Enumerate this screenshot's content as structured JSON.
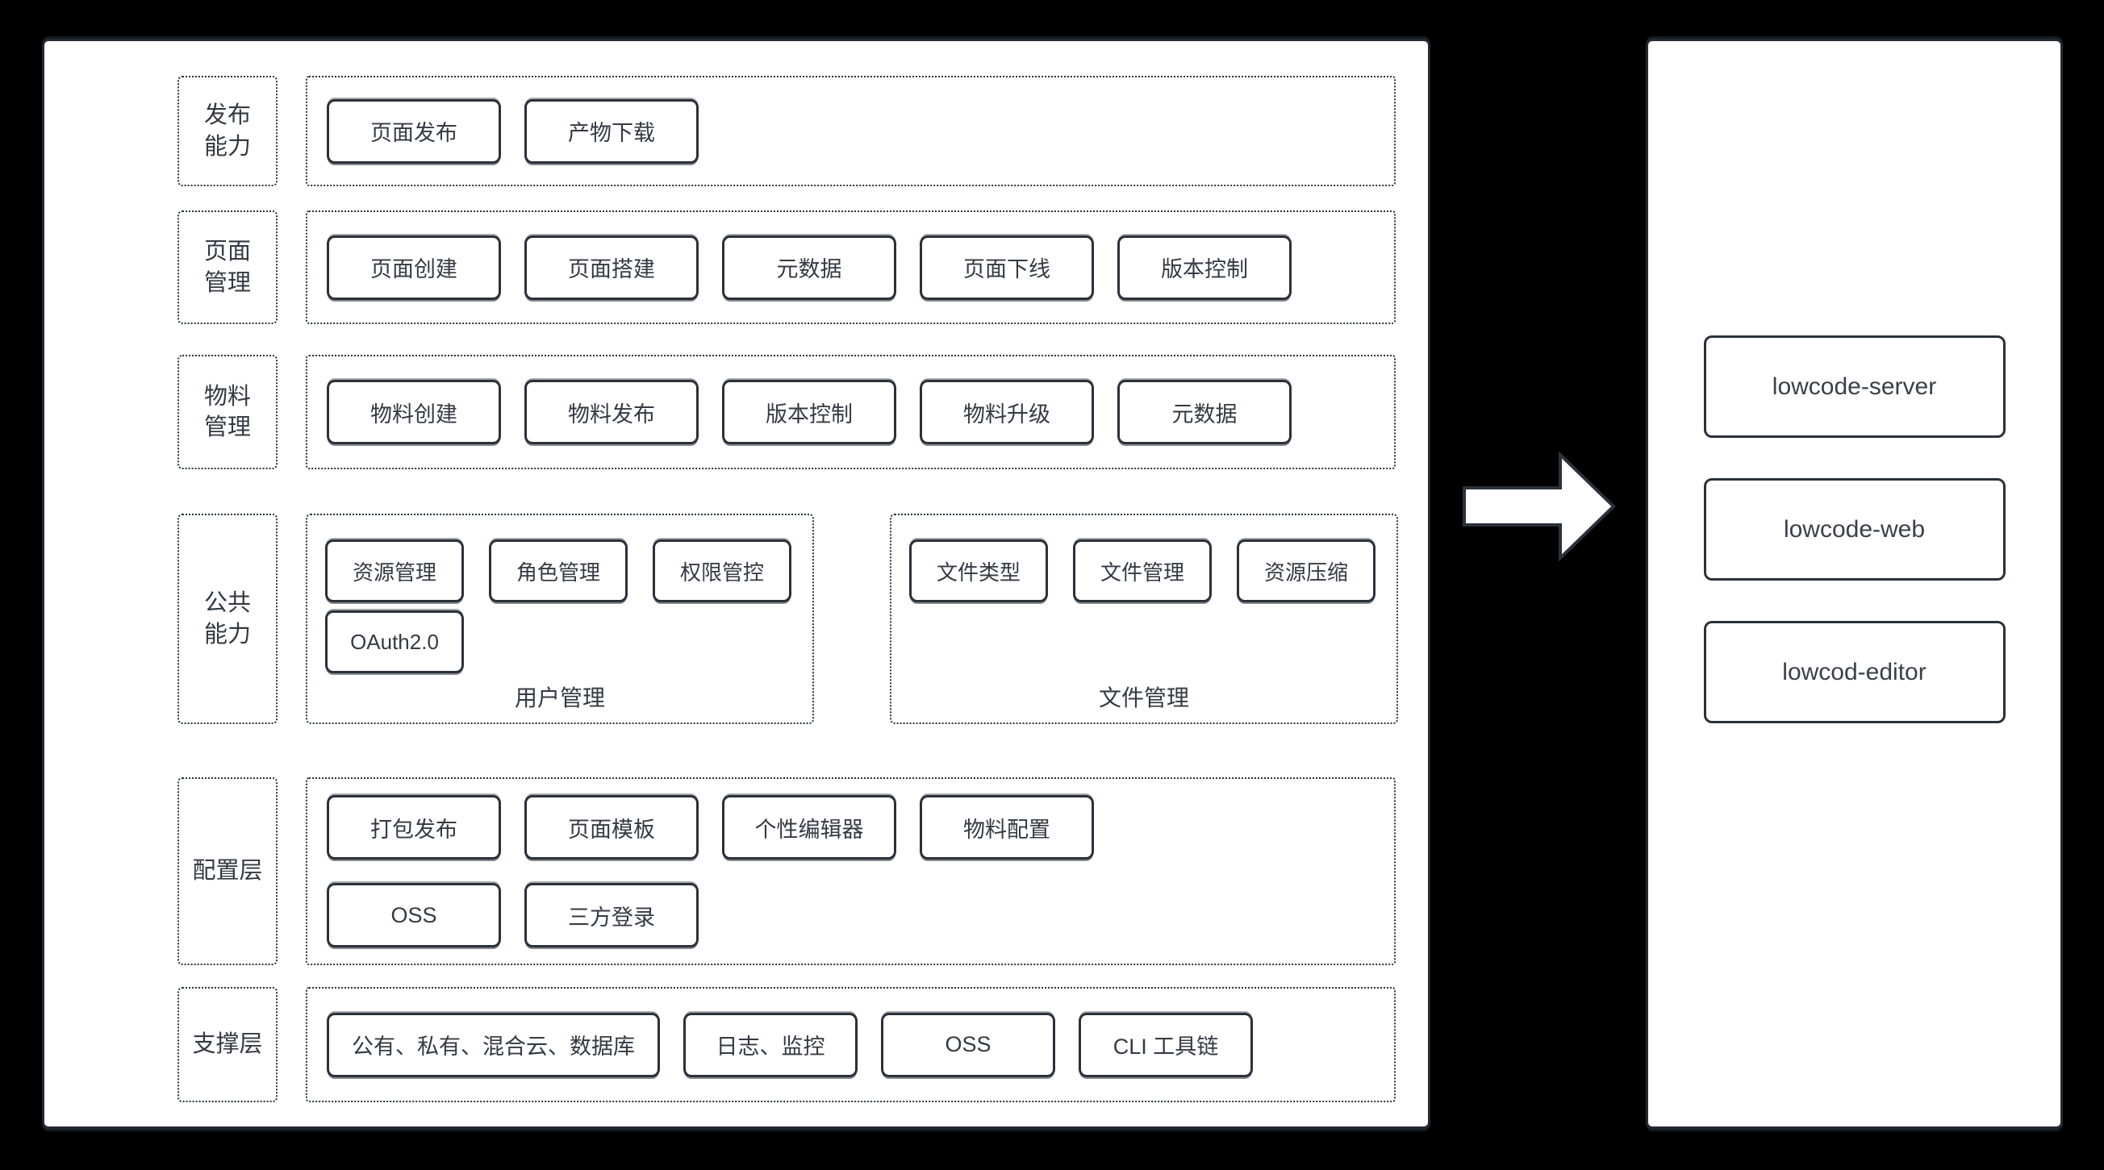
{
  "colors": {
    "background": "#000000",
    "panel": "#ffffff",
    "border": "#2a313a",
    "text": "#333a42"
  },
  "left_panel": {
    "rows": [
      {
        "id": "publish-capability",
        "label": "发布\n能力",
        "buttons": [
          "页面发布",
          "产物下载"
        ]
      },
      {
        "id": "page-management",
        "label": "页面\n管理",
        "buttons": [
          "页面创建",
          "页面搭建",
          "元数据",
          "页面下线",
          "版本控制"
        ]
      },
      {
        "id": "material-management",
        "label": "物料\n管理",
        "buttons": [
          "物料创建",
          "物料发布",
          "版本控制",
          "物料升级",
          "元数据"
        ]
      },
      {
        "id": "common-capability",
        "label": "公共\n能力",
        "groups": [
          {
            "title": "用户管理",
            "button_rows": [
              [
                "资源管理",
                "角色管理",
                "权限管控"
              ],
              [
                "OAuth2.0"
              ]
            ]
          },
          {
            "title": "文件管理",
            "button_rows": [
              [
                "文件类型",
                "文件管理",
                "资源压缩"
              ]
            ]
          }
        ]
      },
      {
        "id": "config-layer",
        "label": "配置层",
        "button_rows": [
          [
            "打包发布",
            "页面模板",
            "个性编辑器",
            "物料配置"
          ],
          [
            "OSS",
            "三方登录"
          ]
        ]
      },
      {
        "id": "support-layer",
        "label": "支撑层",
        "buttons": [
          "公有、私有、混合云、数据库",
          "日志、监控",
          "OSS",
          "CLI 工具链"
        ]
      }
    ]
  },
  "arrow": {
    "name": "right-arrow"
  },
  "right_panel": {
    "boxes": [
      "lowcode-server",
      "lowcode-web",
      "lowcod-editor"
    ]
  }
}
